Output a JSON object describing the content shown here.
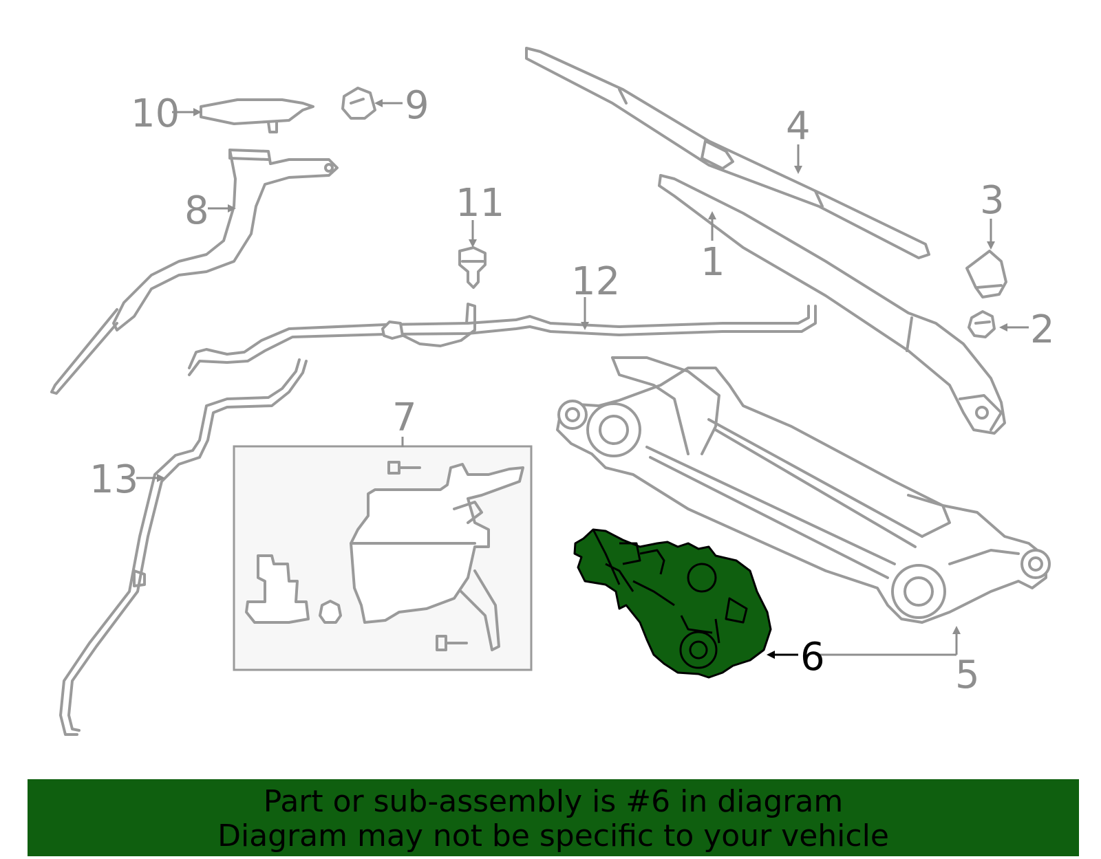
{
  "callouts": {
    "c1": "1",
    "c2": "2",
    "c3": "3",
    "c4": "4",
    "c5": "5",
    "c6": "6",
    "c7": "7",
    "c8": "8",
    "c9": "9",
    "c10": "10",
    "c11": "11",
    "c12": "12",
    "c13": "13"
  },
  "highlighted_part": "6",
  "colors": {
    "highlight_part": "#0f5f0f",
    "banner_background": "#0f5f0f",
    "line_art": "#9a9a9a",
    "callout_text": "#8e8e8e",
    "active_callout_text": "#000000"
  },
  "banner": {
    "line1": "Part or sub-assembly is #6 in diagram",
    "line2": "Diagram may not be specific to your vehicle"
  }
}
